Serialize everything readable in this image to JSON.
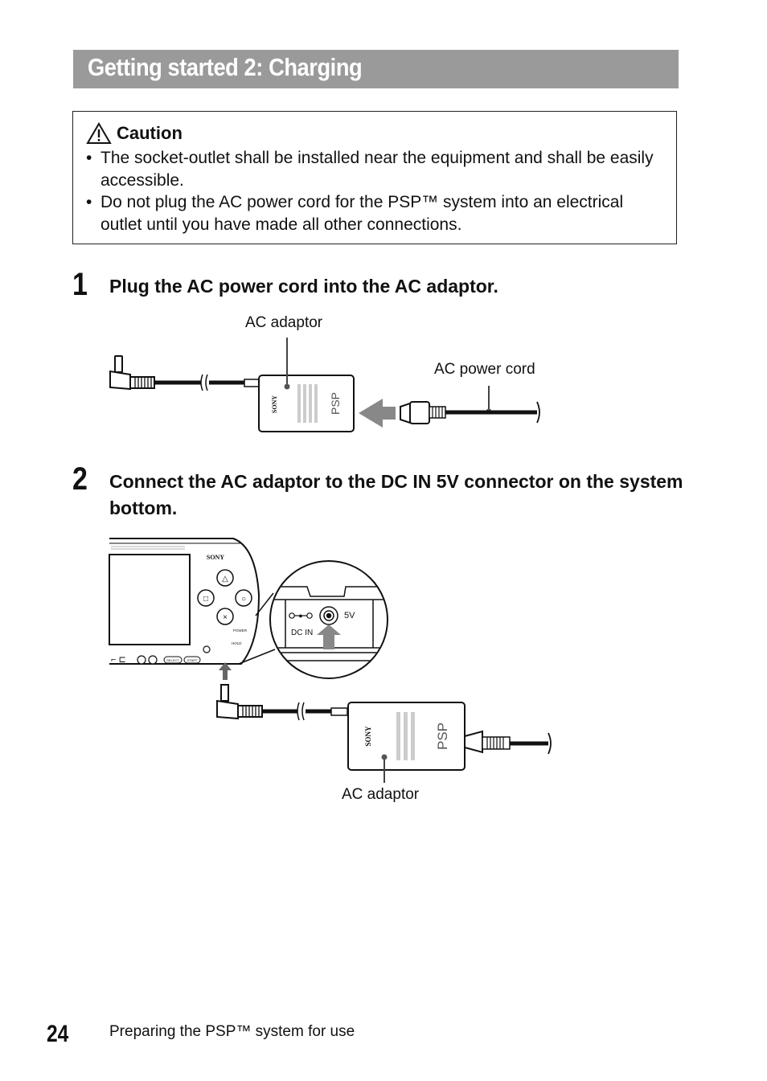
{
  "header": {
    "title": "Getting started 2: Charging"
  },
  "caution": {
    "heading": "Caution",
    "items": [
      "The socket-outlet shall be installed near the equipment and shall be easily accessible.",
      "Do not plug the AC power cord for the PSP™ system into an electrical outlet until you have made all other connections."
    ]
  },
  "steps": [
    {
      "number": "1",
      "text": "Plug the AC power cord into the AC adaptor."
    },
    {
      "number": "2",
      "text": "Connect the AC adaptor to the DC IN 5V connector on the system bottom."
    }
  ],
  "figure1": {
    "label_adaptor": "AC adaptor",
    "label_cord": "AC power cord",
    "adaptor_brand": "SONY"
  },
  "figure2": {
    "label_adaptor": "AC adaptor",
    "device_brand": "SONY",
    "adaptor_brand": "SONY",
    "connector_dc": "DC  IN",
    "connector_v": "5V",
    "power_label": "POWER",
    "hold_label": "HOLD",
    "select_label": "SELECT",
    "start_label": "START"
  },
  "footer": {
    "page_number": "24",
    "section": "Preparing the PSP™ system for use"
  }
}
